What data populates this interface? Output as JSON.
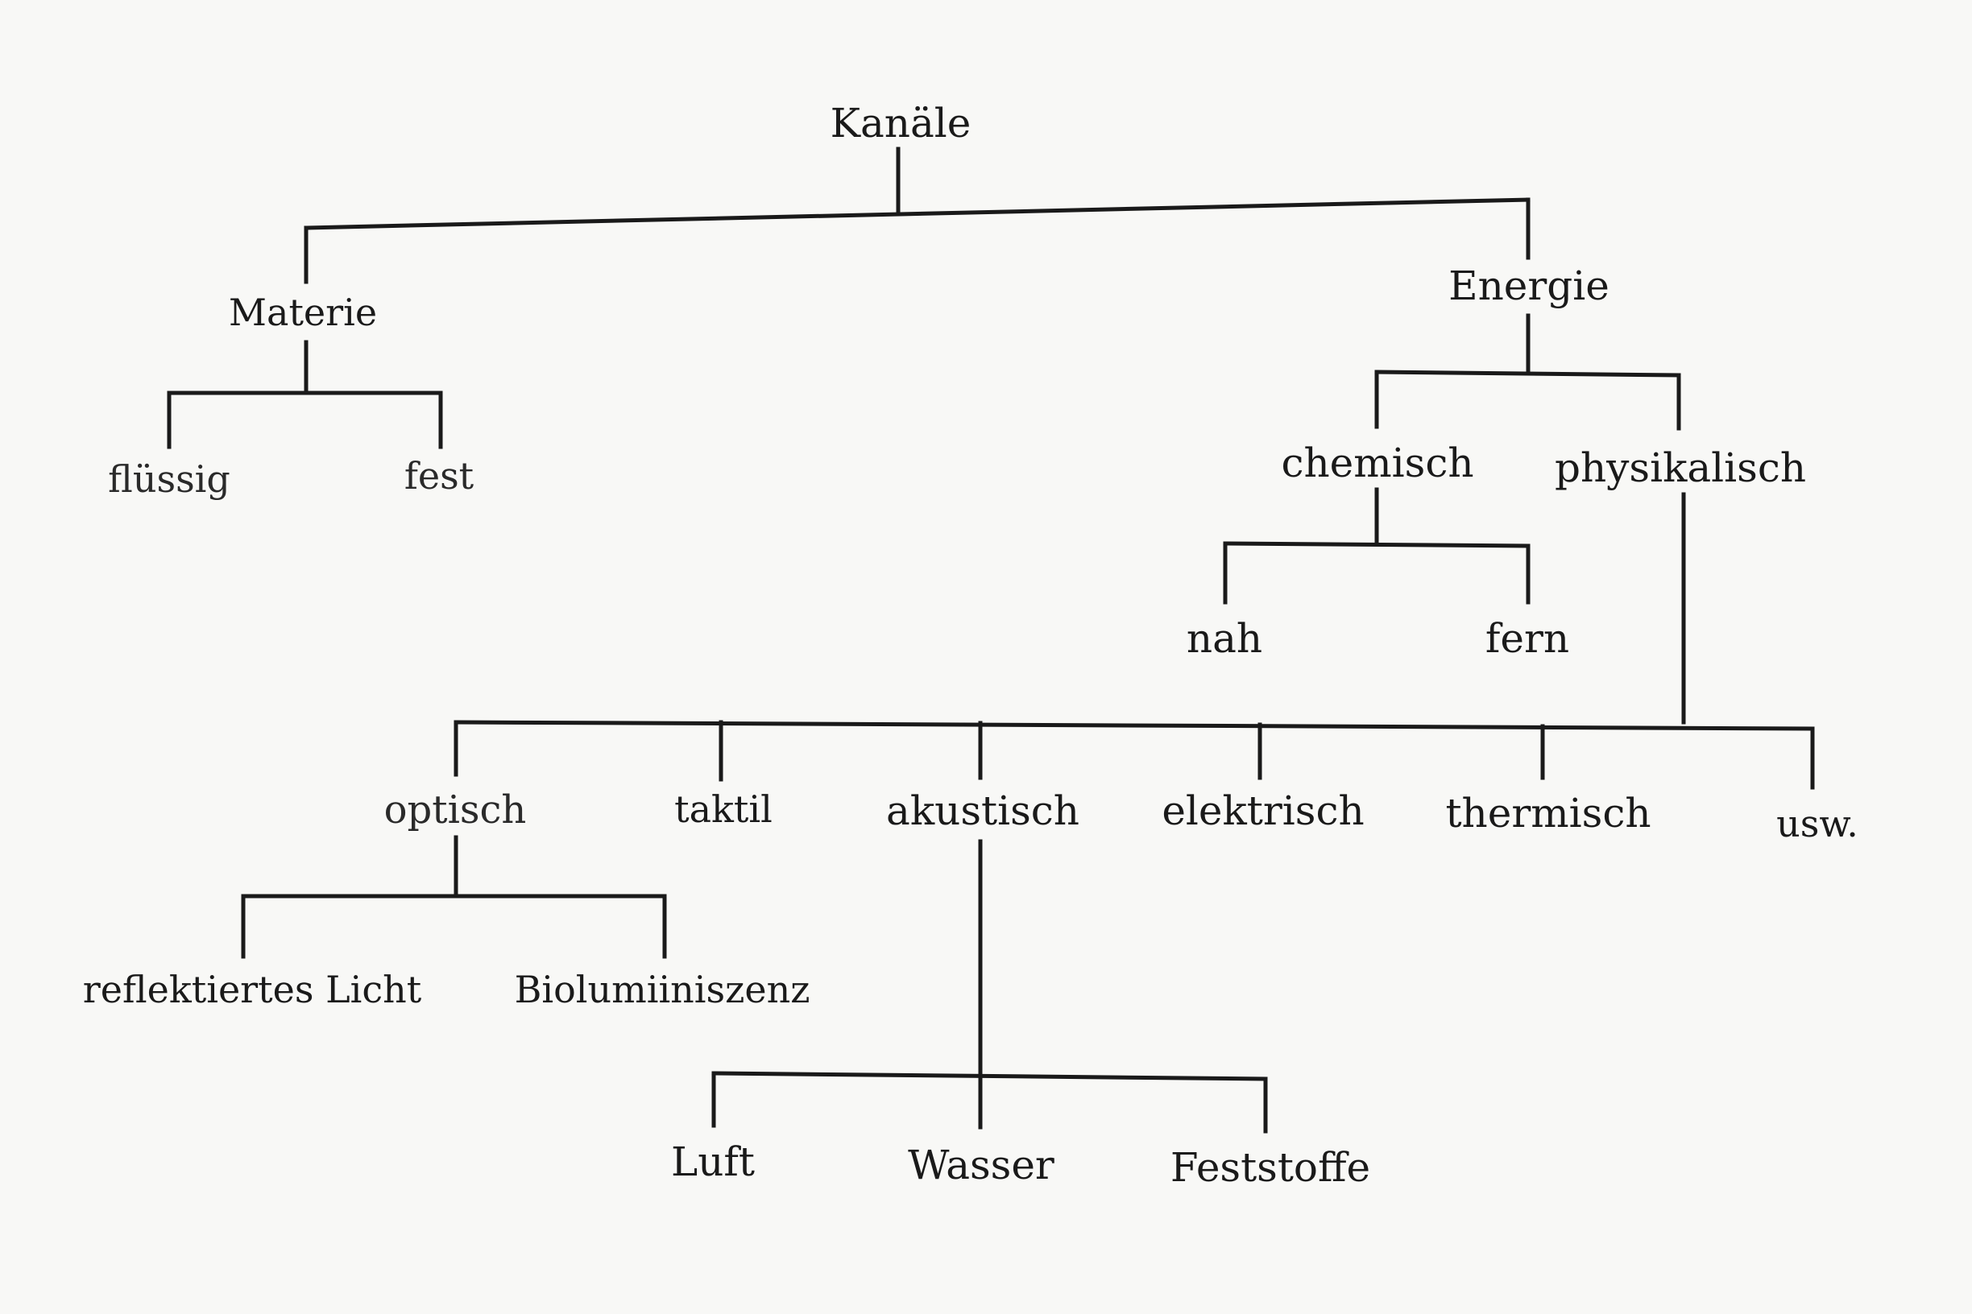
{
  "tree": {
    "root": "Kanäle",
    "materie": {
      "label": "Materie",
      "children": [
        "flüssig",
        "fest"
      ]
    },
    "energie": {
      "label": "Energie",
      "chemisch": {
        "label": "chemisch",
        "children": [
          "nah",
          "fern"
        ]
      },
      "physikalisch": {
        "label": "physikalisch",
        "children": [
          "optisch",
          "taktil",
          "akustisch",
          "elektrisch",
          "thermisch",
          "usw."
        ]
      }
    },
    "optisch_children": [
      "reflektiertes Licht",
      "Biolumiiniszenz"
    ],
    "akustisch_children": [
      "Luft",
      "Wasser",
      "Feststoffe"
    ]
  }
}
